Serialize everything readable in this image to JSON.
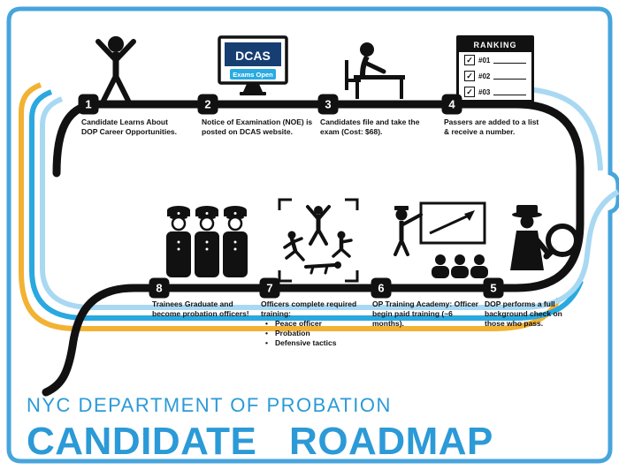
{
  "banner": {
    "line1": "NYC DEPARTMENT OF PROBATION",
    "line2": "CANDIDATE ROADMAP"
  },
  "steps": [
    {
      "number": "1",
      "label": "Candidate Learns About DOP Career Opportunities."
    },
    {
      "number": "2",
      "label": "Notice of Examination (NOE) is posted on DCAS website."
    },
    {
      "number": "3",
      "label": "Candidates file and take the exam (Cost: $68)."
    },
    {
      "number": "4",
      "label": "Passers are added to a list & receive a number."
    },
    {
      "number": "5",
      "label": "DOP performs a full background check on those who pass."
    },
    {
      "number": "6",
      "label": "OP Training Academy: Officer begin paid training (~6 months)."
    },
    {
      "number": "7",
      "label": "Officers complete required training:",
      "bullets": [
        "Peace officer",
        "Probation",
        "Defensive tactics"
      ]
    },
    {
      "number": "8",
      "label": "Trainees Graduate and become probation officers!"
    }
  ],
  "monitor": {
    "brand": "DCAS",
    "button": "Exams Open"
  },
  "ranking": {
    "title": "RANKING",
    "items": [
      "#01",
      "#02",
      "#03"
    ],
    "check": "✓"
  },
  "icons": [
    "cheering-candidate",
    "dcas-monitor",
    "exam-taker",
    "ranking-list",
    "background-check-detective",
    "training-academy",
    "required-training-exercises",
    "graduating-officers"
  ],
  "colors": {
    "border_blue": "#47A5DC",
    "stripe_light_blue": "#A9D9F2",
    "stripe_cyan": "#2AA9E0",
    "stripe_yellow": "#F2B233",
    "road_black": "#111111",
    "banner_blue": "#2B9AD7",
    "monitor_navy": "#173E72",
    "monitor_cyan": "#29ABE2"
  }
}
